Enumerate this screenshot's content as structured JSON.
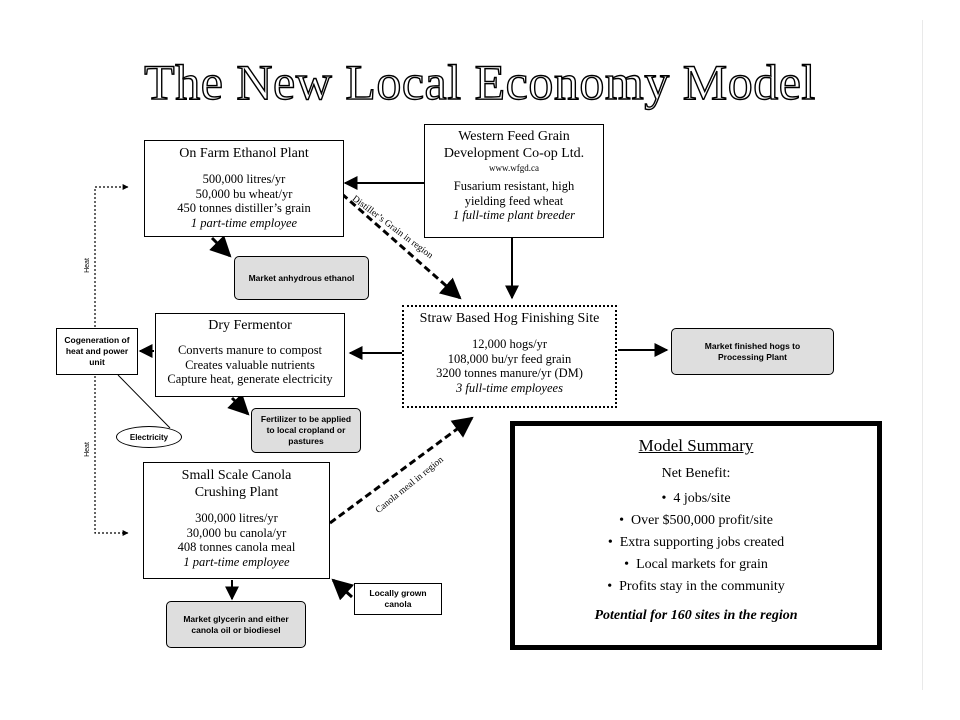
{
  "title": "The New Local Economy Model",
  "ethanol": {
    "title": "On Farm Ethanol Plant",
    "lines": [
      "500,000 litres/yr",
      "50,000 bu wheat/yr",
      "450 tonnes distiller’s grain"
    ],
    "employee": "1 part-time employee"
  },
  "coop": {
    "title_1": "Western Feed Grain",
    "title_2": "Development Co-op Ltd.",
    "url": "www.wfgd.ca",
    "lines": [
      "Fusarium resistant, high",
      "yielding feed wheat"
    ],
    "employee": "1 full-time plant breeder"
  },
  "market_ethanol": "Market anhydrous ethanol",
  "hog": {
    "title": "Straw Based Hog Finishing Site",
    "lines": [
      "12,000 hogs/yr",
      "108,000 bu/yr feed grain",
      "3200 tonnes manure/yr (DM)"
    ],
    "employees": "3 full-time employees"
  },
  "market_hogs": "Market finished hogs to Processing Plant",
  "fermentor": {
    "title": "Dry Fermentor",
    "lines": [
      "Converts manure to compost",
      "Creates valuable nutrients",
      "Capture heat, generate electricity"
    ]
  },
  "cogen": "Cogeneration of heat and power unit",
  "electricity": "Electricity",
  "fertilizer": "Fertilizer to be applied to local cropland or pastures",
  "canola": {
    "title_1": "Small Scale Canola",
    "title_2": "Crushing Plant",
    "lines": [
      "300,000 litres/yr",
      "30,000 bu canola/yr",
      "408 tonnes canola meal"
    ],
    "employee": "1 part-time employee"
  },
  "market_glycerin": "Market glycerin and either canola oil or biodiesel",
  "locally_grown": "Locally grown canola",
  "heat_label": "Heat",
  "distillers_label": "Distiller’s Grain in region",
  "canola_meal_label": "Canola meal in region",
  "summary": {
    "title": "Model Summary",
    "net_benefit": "Net Benefit:",
    "bullets": [
      "4 jobs/site",
      "Over $500,000 profit/site",
      "Extra supporting jobs created",
      "Local markets for grain",
      "Profits stay in the community"
    ],
    "potential": "Potential for 160 sites in the region"
  }
}
